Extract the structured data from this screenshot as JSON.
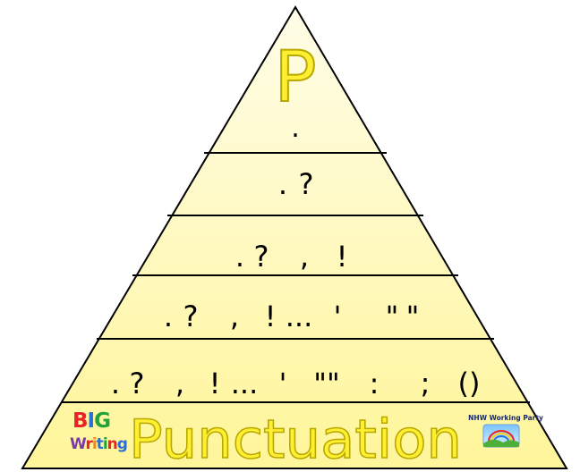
{
  "pyramid": {
    "apex_letter": "P",
    "levels": [
      {
        "marks": [
          "."
        ]
      },
      {
        "marks": [
          ".",
          "?"
        ]
      },
      {
        "marks": [
          ".",
          "?",
          ",",
          "!"
        ]
      },
      {
        "marks": [
          ".",
          "?",
          ",",
          "!",
          "...",
          "'",
          "\"",
          "\""
        ]
      },
      {
        "marks": [
          ".",
          "?",
          ",",
          "!",
          "...",
          "'",
          "\"\"",
          ":",
          ";",
          "()"
        ]
      }
    ],
    "base_title": "Punctuation"
  },
  "logo": {
    "line1": "BIG",
    "line2": "Writing"
  },
  "credit": {
    "text": "NHW Working Party"
  },
  "colors": {
    "pyramid_fill_top": "#fffde8",
    "pyramid_fill_bottom": "#fff7a8",
    "outline": "#000000",
    "title_fill": "#ffef33",
    "title_stroke": "#b8a800",
    "logo_b": "#e8232a",
    "logo_i": "#2a6fd6",
    "logo_g": "#22a33a",
    "logo_w": "#7a3aa8"
  }
}
